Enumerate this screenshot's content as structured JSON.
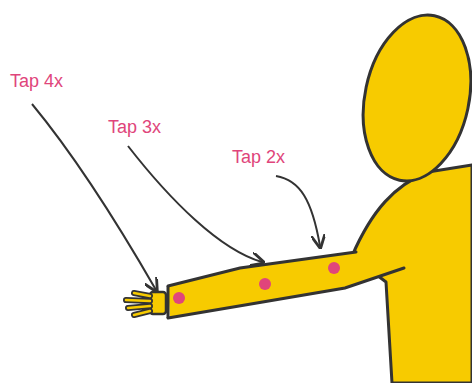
{
  "diagram": {
    "labels": [
      "Tap 4x",
      "Tap 3x",
      "Tap 2x"
    ]
  }
}
